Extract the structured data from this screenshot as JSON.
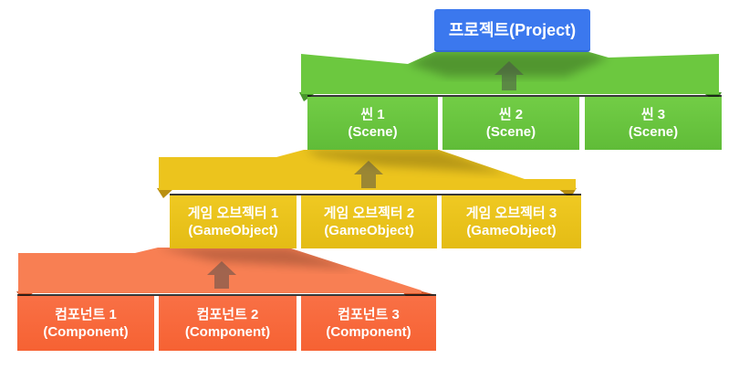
{
  "project": {
    "label": "프로젝트(Project)",
    "color": "#3b78ee"
  },
  "levels": [
    {
      "id": "scenes",
      "color": "#6cc83f",
      "items": [
        {
          "line1": "씬 1",
          "line2": "(Scene)"
        },
        {
          "line1": "씬 2",
          "line2": "(Scene)"
        },
        {
          "line1": "씬 3",
          "line2": "(Scene)"
        }
      ]
    },
    {
      "id": "gameobjects",
      "color": "#ecc41d",
      "items": [
        {
          "line1": "게임 오브젝터 1",
          "line2": "(GameObject)"
        },
        {
          "line1": "게임 오브젝터 2",
          "line2": "(GameObject)"
        },
        {
          "line1": "게임 오브젝터 3",
          "line2": "(GameObject)"
        }
      ]
    },
    {
      "id": "components",
      "color": "#f8683a",
      "items": [
        {
          "line1": "컴포넌트 1",
          "line2": "(Component)"
        },
        {
          "line1": "컴포넌트 2",
          "line2": "(Component)"
        },
        {
          "line1": "컴포넌트 3",
          "line2": "(Component)"
        }
      ]
    }
  ],
  "icons": {
    "up_arrow_glyph": "▲",
    "arrow_color": "#4a4a4a"
  }
}
